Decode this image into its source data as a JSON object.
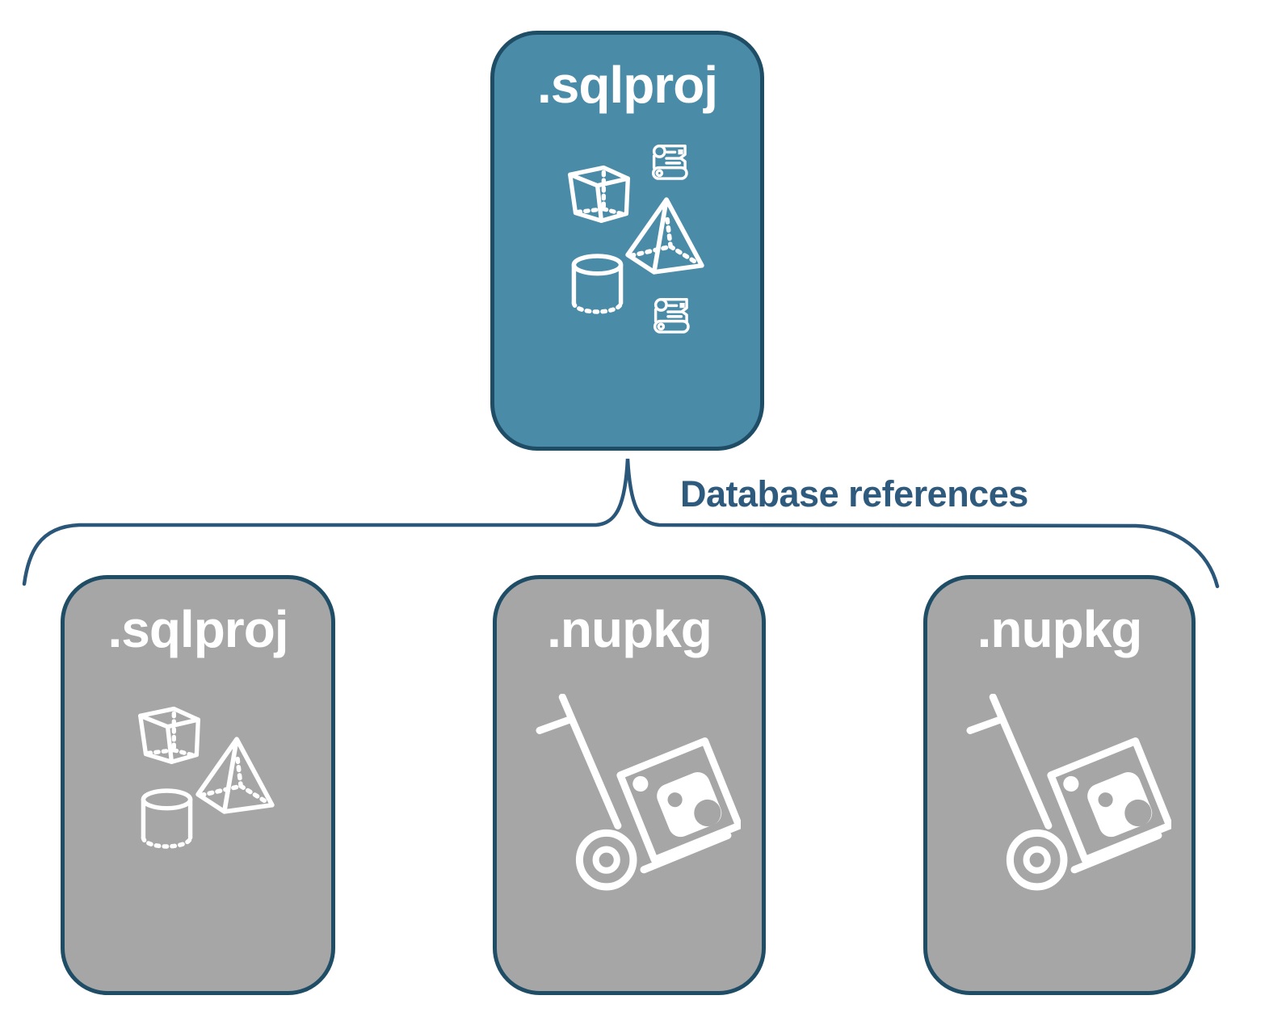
{
  "diagram": {
    "background": "#ffffff",
    "parent_box": {
      "label": ".sqlproj",
      "fill": "#4a8ba8",
      "border": "#1f4d66",
      "icons": [
        "scroll-icon",
        "cube-icon",
        "pyramid-icon",
        "cylinder-icon",
        "scroll-icon"
      ]
    },
    "connector": {
      "label": "Database references",
      "line_color": "#2a567a",
      "label_color": "#2d5a7d"
    },
    "children": [
      {
        "label": ".sqlproj",
        "fill": "#a6a6a6",
        "border": "#1f4d66",
        "icons": [
          "cube-icon",
          "pyramid-icon",
          "cylinder-icon"
        ]
      },
      {
        "label": ".nupkg",
        "fill": "#a6a6a6",
        "border": "#1f4d66",
        "icons": [
          "nuget-handtruck-icon"
        ]
      },
      {
        "label": ".nupkg",
        "fill": "#a6a6a6",
        "border": "#1f4d66",
        "icons": [
          "nuget-handtruck-icon"
        ]
      }
    ],
    "icon_color": "#ffffff"
  }
}
